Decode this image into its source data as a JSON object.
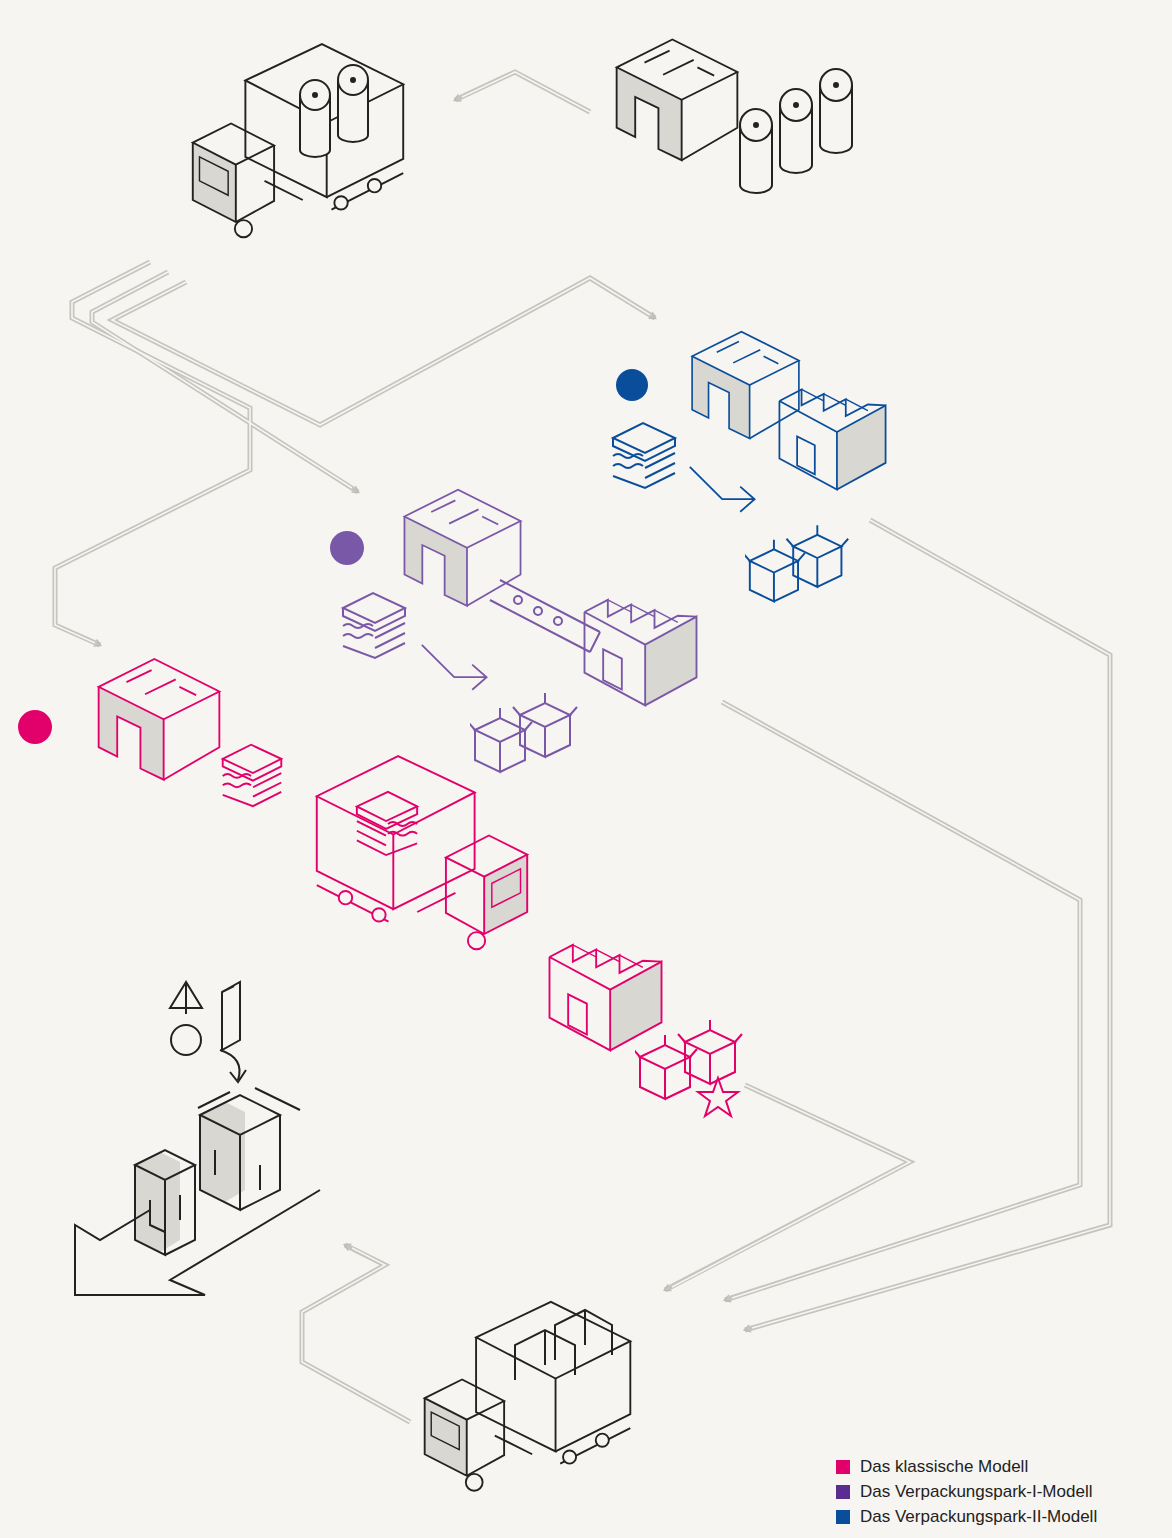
{
  "diagram": {
    "legend": [
      {
        "text": "Das klassische Modell",
        "color": "#e2006a"
      },
      {
        "text": "Das Verpackungspark-I-Modell",
        "color": "#5c2d91"
      },
      {
        "text": "Das Verpackungspark-II-Modell",
        "color": "#0a4e9b"
      }
    ]
  }
}
